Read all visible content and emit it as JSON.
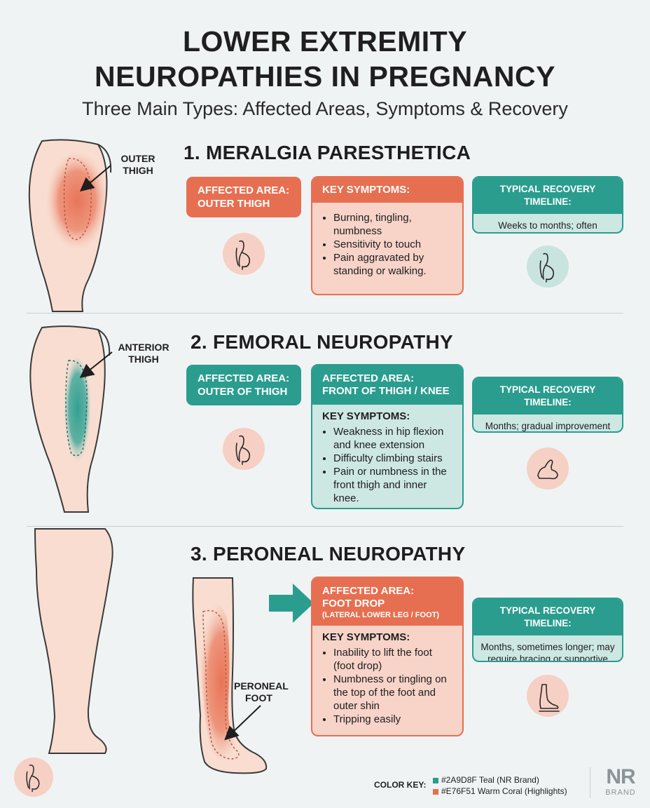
{
  "header": {
    "title_line1": "LOWER EXTREMITY",
    "title_line2": "NEUROPATHIES IN PREGNANCY",
    "subtitle": "Three Main Types: Affected Areas, Symptoms & Recovery"
  },
  "colors": {
    "teal": "#2A9D8F",
    "coral": "#E76F51"
  },
  "sections": [
    {
      "title": "1. MERALGIA PARESTHETICA",
      "callout": [
        "OUTER",
        "THIGH"
      ],
      "affected_area": [
        "AFFECTED AREA:",
        "OUTER THIGH"
      ],
      "symptoms_title": "KEY SYMPTOMS:",
      "symptoms": [
        "Burning, tingling, numbness",
        "Sensitivity to touch",
        "Pain aggravated by standing or walking."
      ],
      "recovery_title": "TYPICAL RECOVERY TIMELINE:",
      "recovery": "Weeks to months; often resolves postpartum.",
      "icons": [
        "pregnant-figure-icon",
        "pregnant-figure-icon"
      ]
    },
    {
      "title": "2. FEMORAL NEUROPATHY",
      "callout": [
        "ANTERIOR",
        "THIGH"
      ],
      "affected_area": [
        "AFFECTED AREA:",
        "OUTER OF THIGH"
      ],
      "panel_header": [
        "AFFECTED AREA:",
        "FRONT OF THIGH / KNEE"
      ],
      "symptoms_title": "KEY SYMPTOMS:",
      "symptoms": [
        "Weakness in hip flexion and knee extension",
        "Difficulty climbing stairs",
        "Pain or numbness in the front thigh and inner knee."
      ],
      "recovery_title": "TYPICAL RECOVERY TIMELINE:",
      "recovery": "Months; gradual improvement with physical therapy.",
      "icons": [
        "pregnant-figure-icon",
        "flexed-arm-icon"
      ]
    },
    {
      "title": "3. PERONEAL NEUROPATHY",
      "callout": [
        "PERONEAL",
        "FOOT"
      ],
      "panel_header": [
        "AFFECTED AREA:",
        "FOOT DROP",
        "(LATERAL LOWER LEG / FOOT)"
      ],
      "symptoms_title": "KEY SYMPTOMS:",
      "symptoms": [
        "Inability to lift the foot (foot drop)",
        "Numbness or tingling on the top of the foot and outer shin",
        "Tripping easily"
      ],
      "recovery_title": "TYPICAL RECOVERY TIMELINE:",
      "recovery": "Months, sometimes longer; may require bracing or supportive devices.",
      "icons": [
        "pregnant-figure-icon",
        "foot-icon"
      ]
    }
  ],
  "color_key": {
    "label": "COLOR KEY:",
    "items": [
      "#2A9D8F Teal (NR Brand)",
      "#E76F51 Warm Coral (Highlights)"
    ]
  },
  "brand": {
    "logo": "NR",
    "text": "BRAND"
  }
}
